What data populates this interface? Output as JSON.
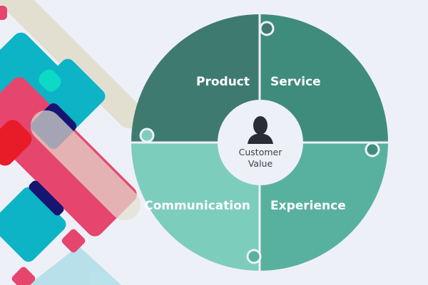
{
  "diagram": {
    "quadrants": [
      {
        "label": "Product",
        "color": "#3f7a70"
      },
      {
        "label": "Service",
        "color": "#3f8c7c"
      },
      {
        "label": "Communication",
        "color": "#7dcdbd"
      },
      {
        "label": "Experience",
        "color": "#58b19f"
      }
    ],
    "center": {
      "line1": "Customer",
      "line2": "Value",
      "icon": "person-icon"
    },
    "background": "#eef0f8"
  }
}
